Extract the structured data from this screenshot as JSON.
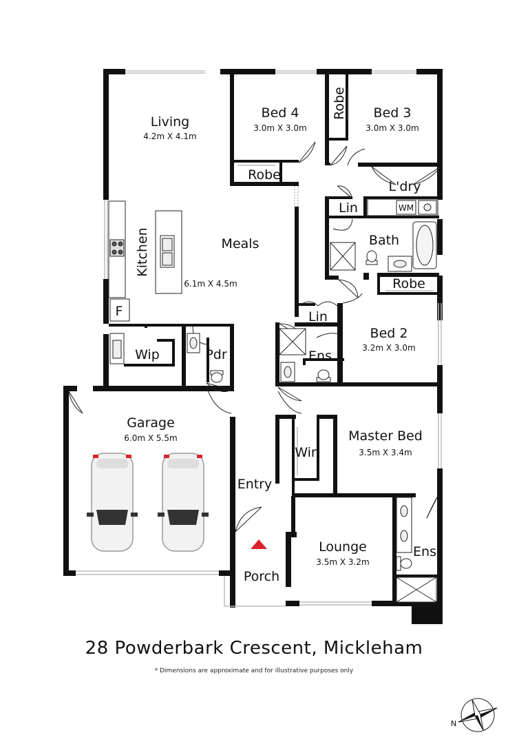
{
  "address": "28 Powderbark Crescent, Mickleham",
  "disclaimer": "* Dimensions are approximate and for illustrative purposes only",
  "north_label": "N",
  "rooms": {
    "living": {
      "name": "Living",
      "dims": "4.2m X 4.1m"
    },
    "bed4": {
      "name": "Bed 4",
      "dims": "3.0m X 3.0m"
    },
    "bed3": {
      "name": "Bed 3",
      "dims": "3.0m X 3.0m"
    },
    "robe_bed4": {
      "name": "Robe"
    },
    "robe_bed3": {
      "name": "Robe"
    },
    "laundry": {
      "name": "L'dry"
    },
    "wm": {
      "name": "WM"
    },
    "linen_upper": {
      "name": "Lin"
    },
    "bath": {
      "name": "Bath"
    },
    "robe_bed2": {
      "name": "Robe"
    },
    "kitchen": {
      "name": "Kitchen"
    },
    "meals": {
      "name": "Meals",
      "dims": "6.1m X 4.5m"
    },
    "fridge": {
      "name": "F"
    },
    "linen_lower": {
      "name": "Lin"
    },
    "bed2": {
      "name": "Bed 2",
      "dims": "3.2m X 3.0m"
    },
    "wip": {
      "name": "Wip"
    },
    "pdr": {
      "name": "Pdr"
    },
    "ens_small": {
      "name": "Ens"
    },
    "garage": {
      "name": "Garage",
      "dims": "6.0m X 5.5m"
    },
    "master": {
      "name": "Master Bed",
      "dims": "3.5m X 3.4m"
    },
    "wir": {
      "name": "Wir"
    },
    "entry": {
      "name": "Entry"
    },
    "lounge": {
      "name": "Lounge",
      "dims": "3.5m X 3.2m"
    },
    "ens_master": {
      "name": "Ens"
    },
    "porch": {
      "name": "Porch"
    }
  },
  "colors": {
    "wall": "#111111",
    "entry_marker": "#d9232d",
    "window": "#bbbbbb",
    "car_body": "#f2f2f2",
    "car_glass": "#333333"
  }
}
